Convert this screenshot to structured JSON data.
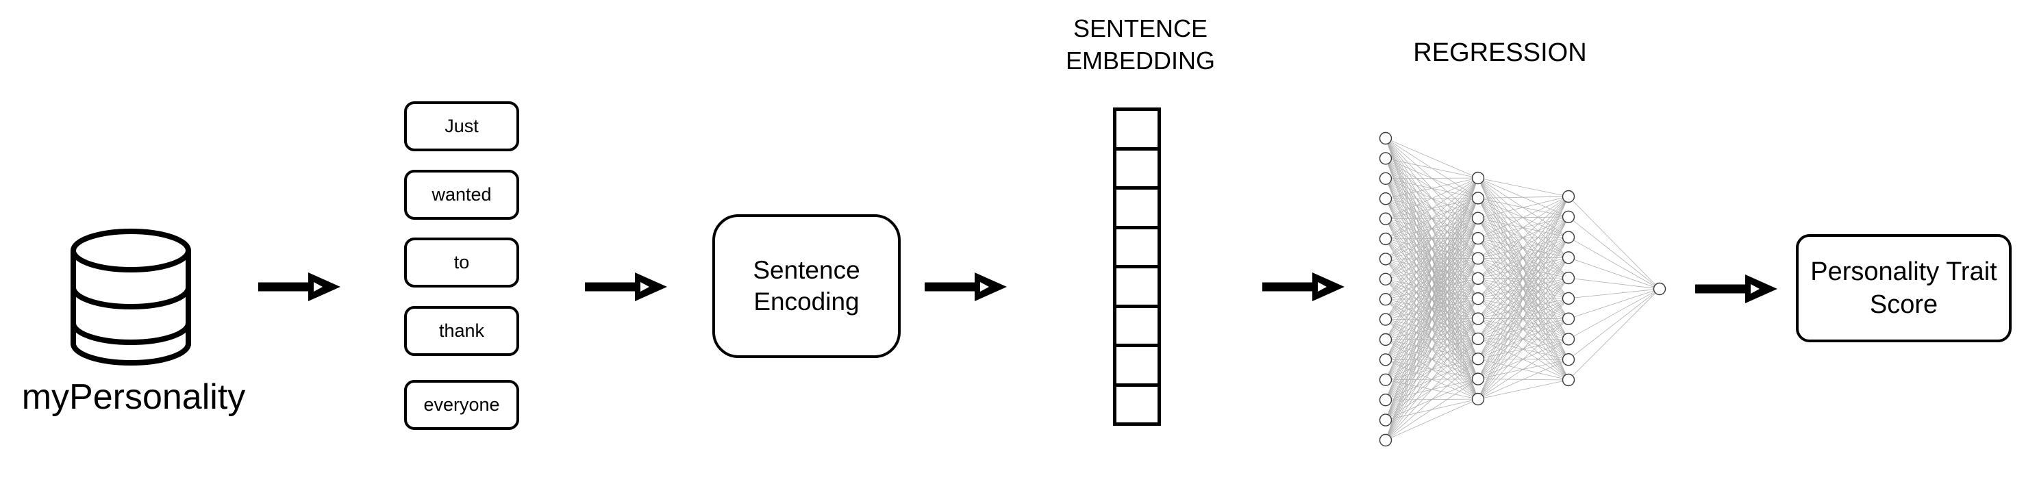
{
  "diagram": {
    "colors": {
      "background": "#ffffff",
      "stroke": "#000000",
      "network_edge": "#b0b0b0",
      "network_node_stroke": "#3a3a3a",
      "network_node_fill": "#ffffff"
    },
    "database": {
      "label": "myPersonality"
    },
    "tokens": [
      "Just",
      "wanted",
      "to",
      "thank",
      "everyone"
    ],
    "encoder": {
      "line1": "Sentence",
      "line2": "Encoding"
    },
    "embedding": {
      "title1": "SENTENCE",
      "title2": "EMBEDDING",
      "cell_count": 8
    },
    "regression": {
      "title": "REGRESSION",
      "layer_sizes": [
        16,
        12,
        10,
        1
      ]
    },
    "score_box": {
      "line1": "Personality Trait",
      "line2": "Score"
    }
  }
}
